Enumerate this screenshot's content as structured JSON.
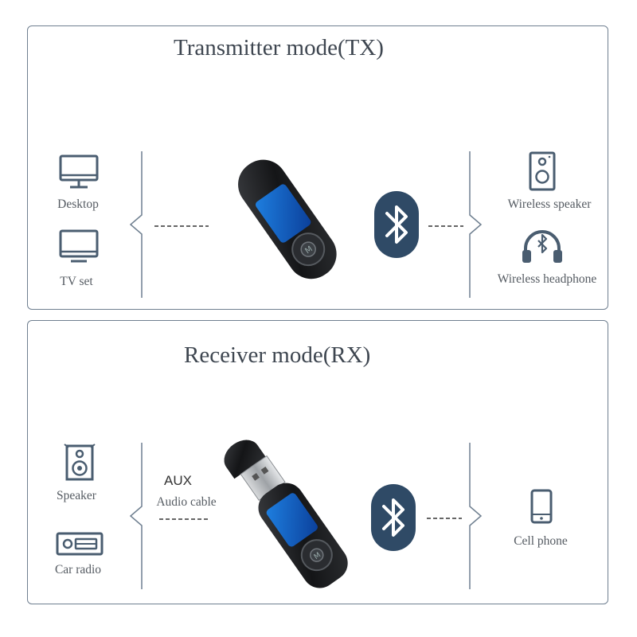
{
  "tx": {
    "title": "Transmitter mode(TX)",
    "sources": [
      {
        "label": "Desktop",
        "icon": "desktop-icon"
      },
      {
        "label": "TV set",
        "icon": "tv-icon"
      }
    ],
    "targets": [
      {
        "label": "Wireless speaker",
        "icon": "speaker-icon"
      },
      {
        "label": "Wireless headphone",
        "icon": "headphone-icon"
      }
    ]
  },
  "rx": {
    "title": "Receiver mode(RX)",
    "outputs": [
      {
        "label": "Speaker",
        "icon": "speaker-icon"
      },
      {
        "label": "Car radio",
        "icon": "car-radio-icon"
      }
    ],
    "connection": {
      "aux": "AUX",
      "cable": "Audio cable"
    },
    "sources": [
      {
        "label": "Cell phone",
        "icon": "cell-phone-icon"
      }
    ]
  },
  "colors": {
    "border": "#6f7f90",
    "icon": "#4a5d70",
    "bluetooth_badge": "#2f4a66",
    "text": "#444a52"
  }
}
